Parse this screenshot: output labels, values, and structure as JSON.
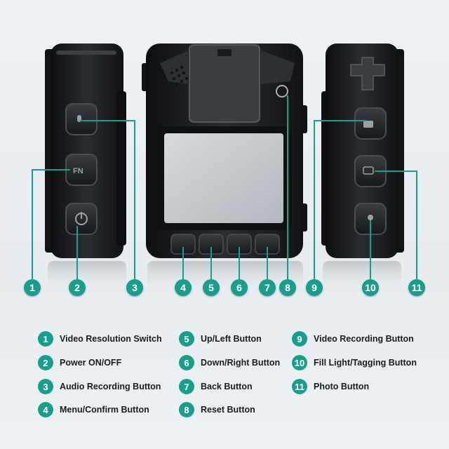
{
  "callouts": [
    {
      "num": "1"
    },
    {
      "num": "2"
    },
    {
      "num": "3"
    },
    {
      "num": "4"
    },
    {
      "num": "5"
    },
    {
      "num": "6"
    },
    {
      "num": "7"
    },
    {
      "num": "8"
    },
    {
      "num": "9"
    },
    {
      "num": "10"
    },
    {
      "num": "11"
    }
  ],
  "legend": [
    {
      "num": "1",
      "label": "Video Resolution Switch"
    },
    {
      "num": "2",
      "label": "Power ON/OFF"
    },
    {
      "num": "3",
      "label": "Audio Recording Button"
    },
    {
      "num": "4",
      "label": "Menu/Confirm Button"
    },
    {
      "num": "5",
      "label": "Up/Left Button"
    },
    {
      "num": "6",
      "label": "Down/Right Button"
    },
    {
      "num": "7",
      "label": "Back Button"
    },
    {
      "num": "8",
      "label": "Reset Button"
    },
    {
      "num": "9",
      "label": "Video Recording Button"
    },
    {
      "num": "10",
      "label": "Fill Light/Tagging Button"
    },
    {
      "num": "11",
      "label": "Photo Button"
    }
  ],
  "device_buttons": {
    "fn_label": "FN"
  },
  "colors": {
    "accent": "#1a9e8c",
    "line": "#1a9e8c",
    "device_body": "#1d1f22",
    "screen": "#c4c9cf"
  }
}
